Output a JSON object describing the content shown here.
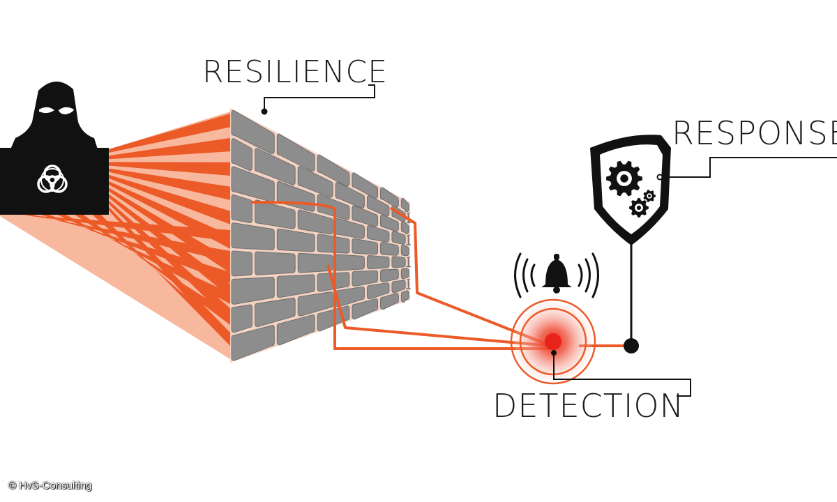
{
  "labels": {
    "resilience": "RESILIENCE",
    "response": "RESPONSE",
    "detection": "DETECTION"
  },
  "copyright": "© HvS-Consulting",
  "icons": {
    "attacker": "hacker-with-laptop-icon",
    "laptop_symbol": "biohazard-icon",
    "wall": "stone-wall-icon",
    "alarm": "alarm-bell-icon",
    "detector": "detection-target-icon",
    "shield": "shield-gears-icon"
  },
  "colors": {
    "accent": "#ec5a28",
    "accent_light": "#f7b89d",
    "stone": "#8d8d8d",
    "stone_outline": "#f3d2c2",
    "ink": "#111111",
    "text": "#1b1b1b",
    "background": "#ffffff"
  }
}
